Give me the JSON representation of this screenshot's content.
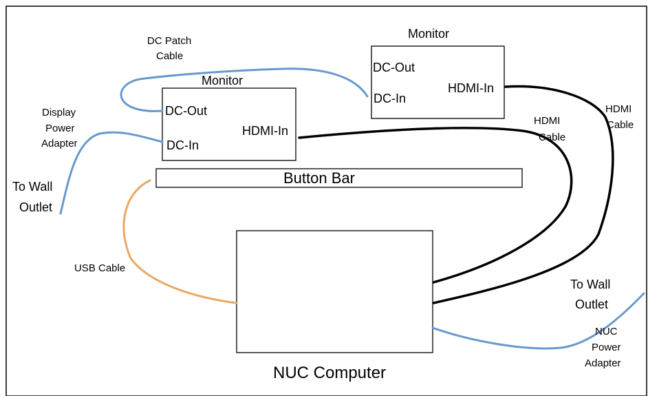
{
  "diagram": {
    "monitor_top": {
      "title": "Monitor",
      "dc_out": "DC-Out",
      "dc_in": "DC-In",
      "hdmi_in": "HDMI-In"
    },
    "monitor_left": {
      "title": "Monitor",
      "dc_out": "DC-Out",
      "dc_in": "DC-In",
      "hdmi_in": "HDMI-In"
    },
    "button_bar": "Button Bar",
    "nuc_computer": "NUC Computer",
    "labels": {
      "dc_patch_cable": [
        "DC Patch",
        "Cable"
      ],
      "display_power_adapter": [
        "Display",
        "Power",
        "Adapter"
      ],
      "to_wall_outlet_left": [
        "To Wall",
        "Outlet"
      ],
      "usb_cable": "USB Cable",
      "hdmi_cable_inner": [
        "HDMI",
        "Cable"
      ],
      "hdmi_cable_outer": [
        "HDMI",
        "Cable"
      ],
      "to_wall_outlet_right": [
        "To Wall",
        "Outlet"
      ],
      "nuc_power_adapter": [
        "NUC",
        "Power",
        "Adapter"
      ]
    },
    "colors": {
      "power_cable": "#6699cc",
      "usb_cable": "#e8a866",
      "hdmi_cable": "#000000"
    }
  }
}
